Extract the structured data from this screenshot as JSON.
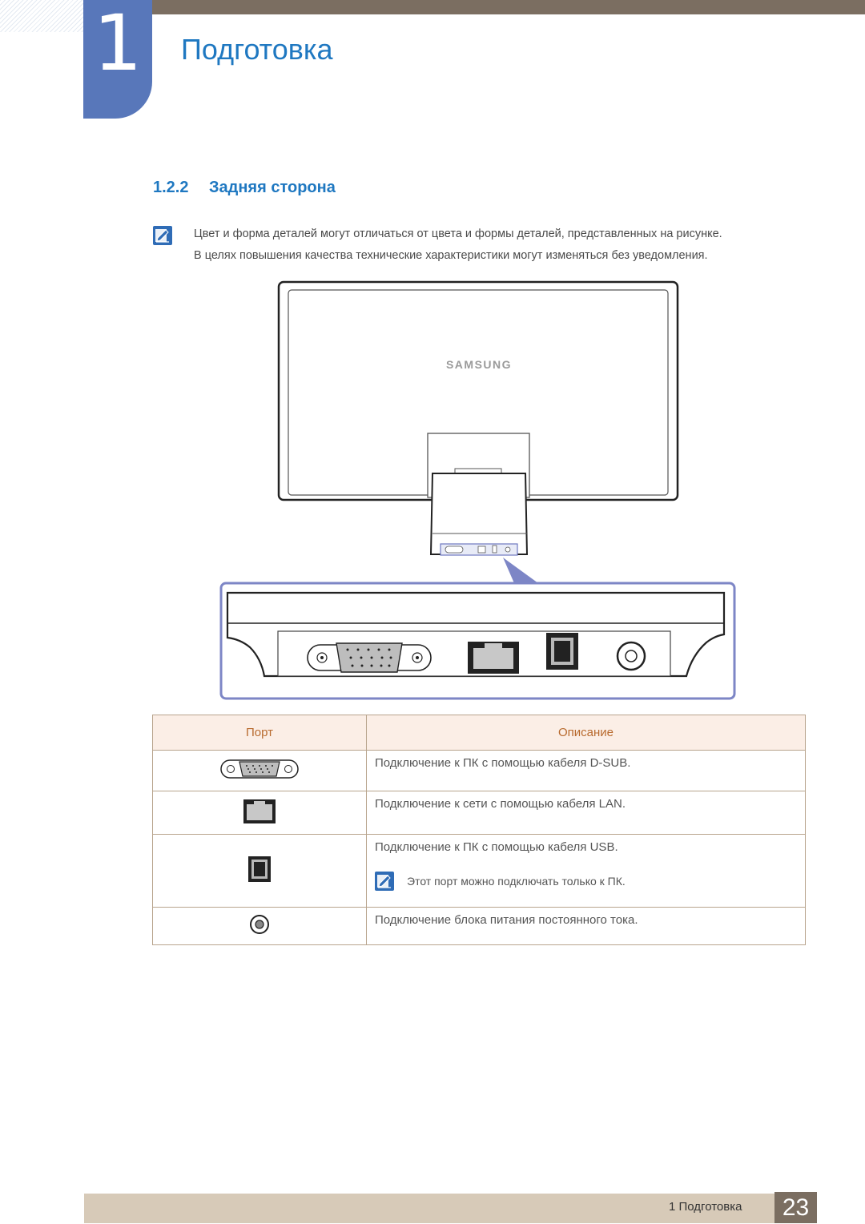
{
  "header": {
    "chapter_number": "1",
    "chapter_title": "Подготовка"
  },
  "section": {
    "number": "1.2.2",
    "title": "Задняя сторона"
  },
  "note": {
    "icon": "note-pencil-icon",
    "lines": [
      "Цвет и форма деталей могут отличаться от цвета и формы деталей, представленных на рисунке.",
      "В целях повышения качества технические характеристики могут изменяться без уведомления."
    ]
  },
  "figure": {
    "brand_logo": "SAMSUNG",
    "colors": {
      "callout_border": "#7d86c6",
      "panel_fill": "#ffffff",
      "line": "#222222"
    }
  },
  "table": {
    "headers": {
      "port": "Порт",
      "description": "Описание"
    },
    "rows": [
      {
        "icon": "d-sub-port-icon",
        "description": "Подключение к ПК с помощью кабеля D-SUB."
      },
      {
        "icon": "lan-port-icon",
        "description": "Подключение к сети с помощью кабеля LAN."
      },
      {
        "icon": "usb-port-icon",
        "description": "Подключение к ПК с помощью кабеля USB.",
        "note": "Этот порт можно подключать только к ПК."
      },
      {
        "icon": "dc-power-port-icon",
        "description": "Подключение блока питания постоянного тока."
      }
    ]
  },
  "footer": {
    "label": "1 Подготовка",
    "page_number": "23"
  },
  "colors": {
    "accent_blue": "#1f78c1",
    "chapter_tab": "#5877ba",
    "top_bar": "#7b6e61",
    "table_header_bg": "#fbeee6",
    "table_header_text": "#b86a2e",
    "footer_bar": "#d7cab8"
  }
}
